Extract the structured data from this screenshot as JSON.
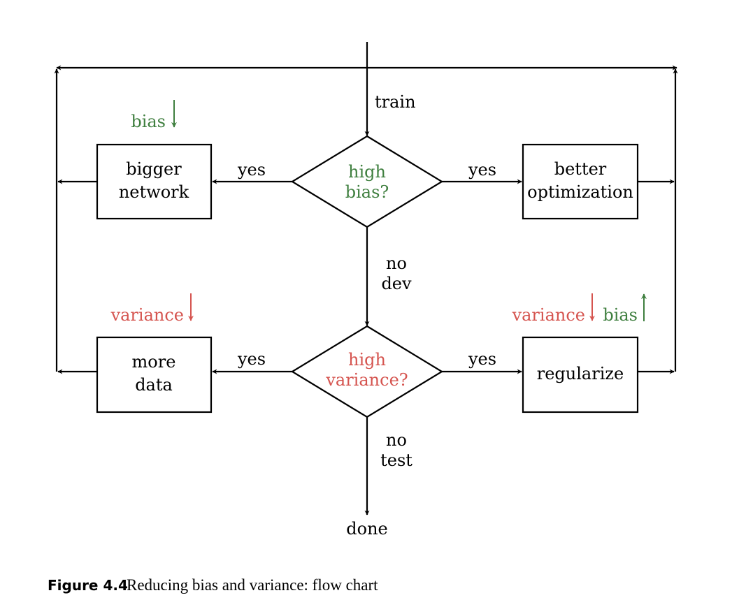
{
  "colors": {
    "bias": "#3f7f3f",
    "variance": "#d5544f",
    "line": "#000000"
  },
  "nodes": {
    "bigger_network": [
      "bigger",
      "network"
    ],
    "better_optimization": [
      "better",
      "optimization"
    ],
    "more_data": [
      "more",
      "data"
    ],
    "regularize": [
      "regularize"
    ],
    "high_bias": [
      "high",
      "bias?"
    ],
    "high_variance": [
      "high",
      "variance?"
    ],
    "done": "done"
  },
  "edges": {
    "train": "train",
    "yes": "yes",
    "no_dev": [
      "no",
      "dev"
    ],
    "no_test": [
      "no",
      "test"
    ]
  },
  "annotations": {
    "bias_down": {
      "text": "bias",
      "arrow": "down"
    },
    "variance_down_left": {
      "text": "variance",
      "arrow": "down"
    },
    "variance_down_right": {
      "text": "variance",
      "arrow": "down"
    },
    "bias_up": {
      "text": "bias",
      "arrow": "up"
    }
  },
  "caption": {
    "label": "Figure 4.4",
    "text": "Reducing bias and variance: flow chart"
  }
}
